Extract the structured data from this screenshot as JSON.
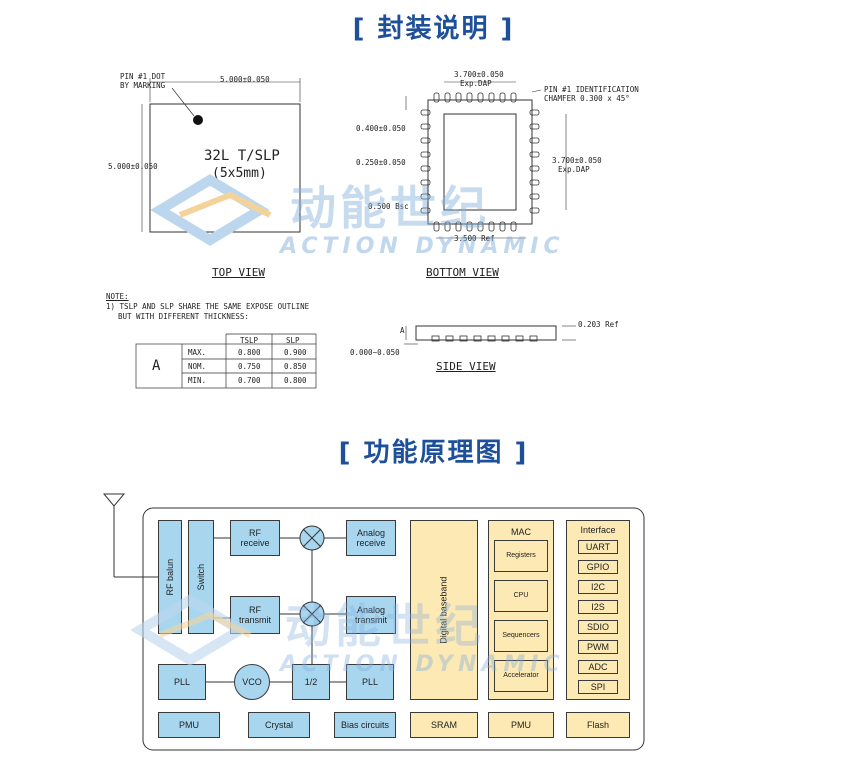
{
  "titles": {
    "package": "[ 封装说明 ]",
    "function": "[ 功能原理图 ]"
  },
  "watermark": {
    "cn": "动能世纪",
    "en": "ACTION DYNAMIC"
  },
  "package": {
    "pin1_dot": "PIN #1 DOT",
    "by_marking": "BY MARKING",
    "top_width": "5.000±0.050",
    "top_height": "5.000±0.050",
    "chip_label_1": "32L T/SLP",
    "chip_label_2": "(5x5mm)",
    "top_view": "TOP VIEW",
    "bottom_width": "3.700±0.050",
    "exp_dap": "Exp.DAP",
    "pin1_ident": "PIN #1 IDENTIFICATION",
    "chamfer": "CHAMFER 0.300 x 45°",
    "dim_0400": "0.400±0.050",
    "dim_0250": "0.250±0.050",
    "dim_0500": "0.500 Bsc",
    "side_3700": "3.700±0.050",
    "side_exp_dap": "Exp.DAP",
    "ref_3500": "3.500 Ref",
    "bottom_view": "BOTTOM VIEW",
    "note_title": "NOTE:",
    "note_1": "1) TSLP AND SLP SHARE THE SAME EXPOSE OUTLINE",
    "note_2": "BUT WITH DIFFERENT THICKNESS:",
    "table": {
      "headers": [
        "TSLP",
        "SLP"
      ],
      "row_label": "A",
      "rows": [
        {
          "k": "MAX.",
          "tslp": "0.800",
          "slp": "0.900"
        },
        {
          "k": "NOM.",
          "tslp": "0.750",
          "slp": "0.850"
        },
        {
          "k": "MIN.",
          "tslp": "0.700",
          "slp": "0.800"
        }
      ]
    },
    "side_a": "A",
    "side_0203": "0.203 Ref",
    "side_0000": "0.000~0.050",
    "side_view": "SIDE VIEW"
  },
  "blocks": {
    "rf_balun": "RF balun",
    "switch": "Switch",
    "rf_receive": "RF\nreceive",
    "rf_transmit": "RF\ntransmit",
    "analog_receive": "Analog\nreceive",
    "analog_transmit": "Analog\ntransmit",
    "pll1": "PLL",
    "vco": "VCO",
    "half": "1/2",
    "pll2": "PLL",
    "digital_baseband": "Digital baseband",
    "mac": "MAC",
    "registers": "Registers",
    "cpu": "CPU",
    "sequencers": "Sequencers",
    "accelerator": "Accelerator",
    "interface": "Interface",
    "uart": "UART",
    "gpio": "GPIO",
    "i2c": "I2C",
    "i2s": "I2S",
    "sdio": "SDIO",
    "pwm": "PWM",
    "adc": "ADC",
    "spi": "SPI",
    "pmu1": "PMU",
    "crystal": "Crystal",
    "bias": "Bias circuits",
    "sram": "SRAM",
    "pmu2": "PMU",
    "flash": "Flash"
  },
  "colors": {
    "title": "#1e4f9a",
    "blue_block": "#a9d6ef",
    "yellow_block": "#fde9b3"
  }
}
